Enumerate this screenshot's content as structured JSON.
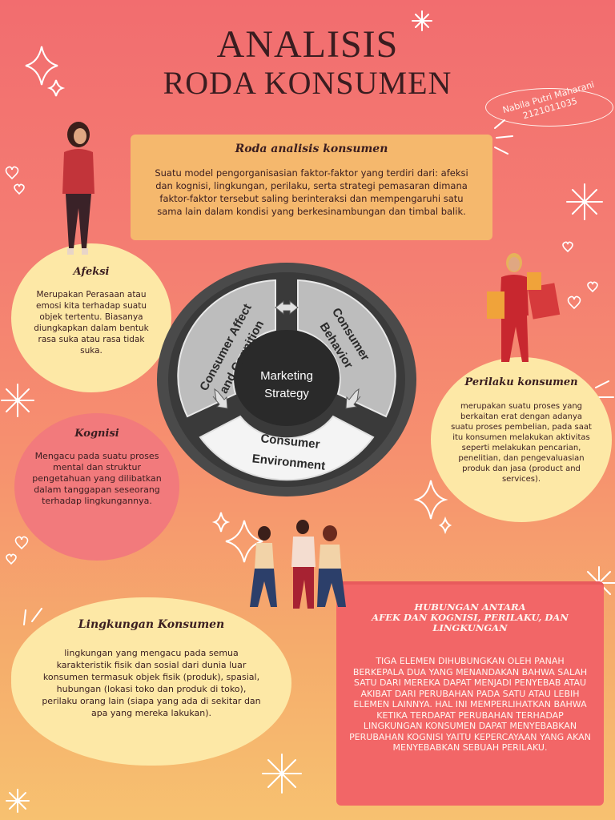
{
  "header": {
    "title_line1": "ANALISIS",
    "title_line2": "RODA KONSUMEN",
    "author_name": "Nabila Putri Maharani",
    "author_id": "2121011035"
  },
  "definition": {
    "title": "Roda analisis konsumen",
    "body": "Suatu model pengorganisasian faktor-faktor yang terdiri dari: afeksi dan kognisi, lingkungan, perilaku, serta strategi pemasaran dimana faktor-faktor tersebut saling berinteraksi dan mempengaruhi satu sama lain dalam kondisi yang berkesinambungan dan timbal balik."
  },
  "wheel": {
    "segment_affect": [
      "Consumer Affect",
      "and Cognition"
    ],
    "segment_behavior": [
      "Consumer",
      "Behavior"
    ],
    "segment_environment": [
      "Consumer",
      "Environment"
    ],
    "center": [
      "Marketing",
      "Strategy"
    ]
  },
  "afeksi": {
    "title": "Afeksi",
    "body": "Merupakan Perasaan atau emosi kita terhadap suatu objek tertentu. Biasanya diungkapkan dalam bentuk rasa suka atau rasa tidak suka."
  },
  "kognisi": {
    "title": "Kognisi",
    "body": "Mengacu pada suatu proses mental dan struktur pengetahuan yang dilibatkan dalam tanggapan seseorang terhadap lingkungannya."
  },
  "perilaku": {
    "title": "Perilaku konsumen",
    "body": "merupakan suatu proses yang berkaitan erat dengan adanya suatu proses pembelian, pada saat itu konsumen melakukan aktivitas seperti melakukan pencarian, penelitian, dan pengevaluasian produk dan jasa (product and services)."
  },
  "lingkungan": {
    "title": "Lingkungan Konsumen",
    "body": "lingkungan yang mengacu pada semua karakteristik fisik dan sosial dari dunia luar konsumen termasuk objek fisik (produk), spasial, hubungan (lokasi toko dan produk di toko), perilaku orang lain (siapa yang ada di sekitar dan apa yang mereka lakukan)."
  },
  "hubungan": {
    "title_line1": "HUBUNGAN ANTARA",
    "title_line2": "AFEK DAN KOGNISI, PERILAKU, DAN LINGKUNGAN",
    "body": "Tiga elemen dihubungkan oleh panah berkepala dua yang menandakan bahwa salah satu dari mereka dapat menjadi penyebab atau akibat dari perubahan pada satu atau lebih elemen lainnya. Hal ini memperlihatkan bahwa ketika terdapat perubahan terhadap lingkungan konsumen dapat menyebabkan perubahan kognisi yaitu kepercayaan yang akan menyebabkan sebuah perilaku."
  },
  "colors": {
    "card_orange": "#f5b86d",
    "blob_yellow": "#fde8a6",
    "blob_pink": "#f27a7c",
    "box_red": "#f26667",
    "text_dark": "#3a1d20"
  }
}
